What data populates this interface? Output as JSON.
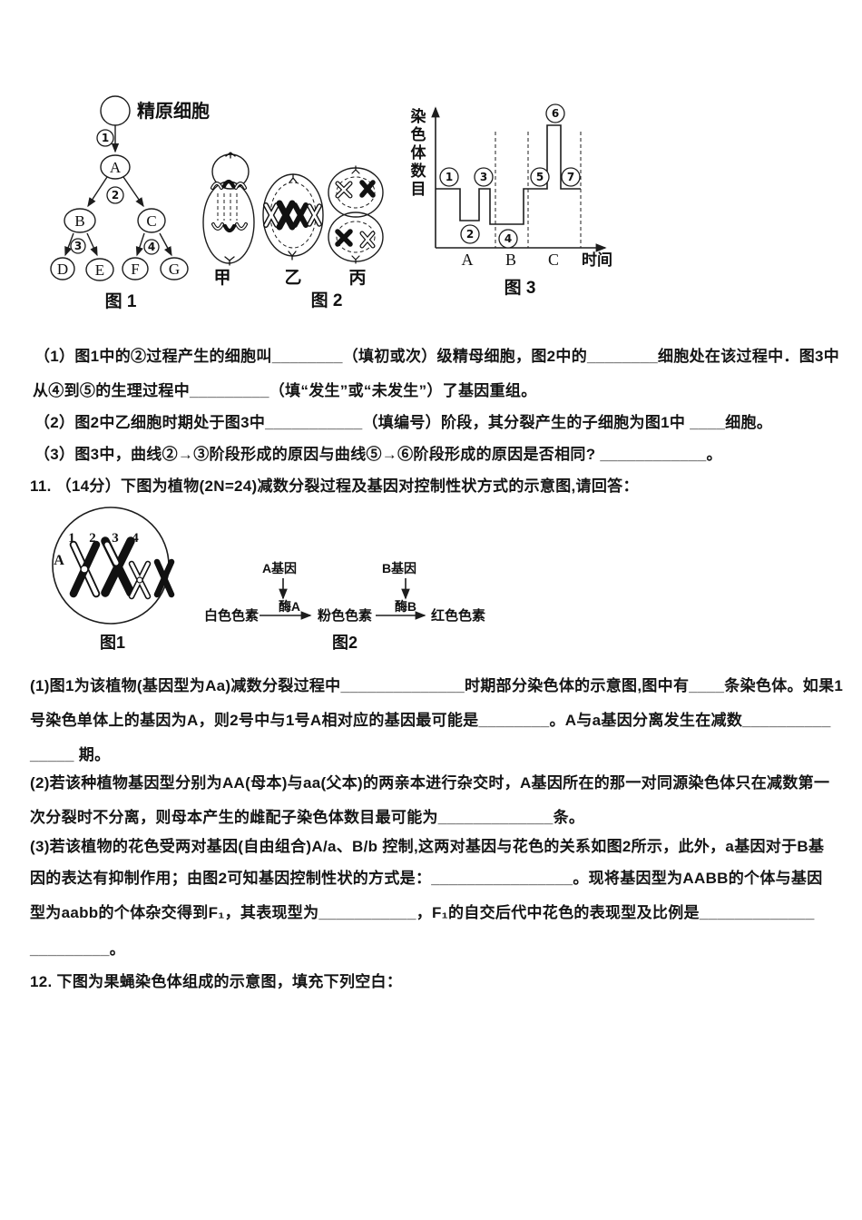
{
  "page": {
    "background": "#ffffff",
    "text_color": "#151515"
  },
  "fig_top": {
    "tree": {
      "root_label": "精原细胞",
      "caption": "图 1",
      "steps": [
        "1",
        "2",
        "3",
        "4"
      ],
      "nodes": [
        "A",
        "B",
        "C",
        "D",
        "E",
        "F",
        "G"
      ]
    },
    "cells": {
      "labels": [
        "甲",
        "乙",
        "丙"
      ],
      "caption": "图 2"
    },
    "chart": {
      "caption": "图 3",
      "ylabel": "染色体数目",
      "xlabel": "时间",
      "phases": [
        "A",
        "B",
        "C"
      ],
      "segment_labels": [
        "1",
        "2",
        "3",
        "4",
        "5",
        "6",
        "7"
      ]
    }
  },
  "chart_data": {
    "type": "line",
    "title": "图 3",
    "xlabel": "时间",
    "ylabel": "染色体数目",
    "phases": [
      "A",
      "B",
      "C"
    ],
    "segments": [
      {
        "label": "①",
        "phase": "A",
        "level": "mid"
      },
      {
        "label": "②",
        "phase": "A",
        "level": "low"
      },
      {
        "label": "③",
        "phase": "A",
        "level": "mid"
      },
      {
        "label": "④",
        "phase": "B",
        "level": "low"
      },
      {
        "label": "⑤",
        "phase": "C",
        "level": "mid"
      },
      {
        "label": "⑥",
        "phase": "C",
        "level": "high"
      },
      {
        "label": "⑦",
        "phase": "C",
        "level": "mid"
      }
    ],
    "grid": false,
    "legend": false
  },
  "fig_q11": {
    "cell": {
      "caption": "图1",
      "chromatid_numbers": [
        "1",
        "2",
        "3",
        "4"
      ],
      "gene_label": "A"
    },
    "pathway": {
      "caption": "图2",
      "nodes": [
        "白色色素",
        "粉色色素",
        "红色色素"
      ],
      "enzymes": [
        "酶A",
        "酶B"
      ],
      "genes": [
        "A基因",
        "B基因"
      ]
    }
  },
  "questions": {
    "q10": {
      "part1_line1": "（1）图1中的②过程产生的细胞叫________（填初或次）级精母细胞，图2中的________细胞处在该过程中．图3中",
      "part1_line2": "从④到⑤的生理过程中_________（填“发生”或“未发生”）了基因重组。",
      "part2": "（2）图2中乙细胞时期处于图3中___________（填编号）阶段，其分裂产生的子细胞为图1中 ____细胞。",
      "part3": "（3）图3中，曲线②→③阶段形成的原因与曲线⑤→⑥阶段形成的原因是否相同? ____________。"
    },
    "q11": {
      "stem": "11. （14分）下图为植物(2N=24)减数分裂过程及基因对控制性状方式的示意图,请回答：",
      "part1_line1": "(1)图1为该植物(基因型为Aa)减数分裂过程中______________时期部分染色体的示意图,图中有____条染色体。如果1",
      "part1_line2": "号染色单体上的基因为A，则2号中与1号A相对应的基因最可能是________。A与a基因分离发生在减数__________",
      "part1_line3": "_____ 期。",
      "part2_line1": "(2)若该种植物基因型分别为AA(母本)与aa(父本)的两亲本进行杂交时，A基因所在的那一对同源染色体只在减数第一",
      "part2_line2": "次分裂时不分离，则母本产生的雌配子染色体数目最可能为_____________条。",
      "part3_line1": "(3)若该植物的花色受两对基因(自由组合)A/a、B/b 控制,这两对基因与花色的关系如图2所示，此外，a基因对于B基",
      "part3_line2": "因的表达有抑制作用；由图2可知基因控制性状的方式是：________________。现将基因型为AABB的个体与基因",
      "part3_line3": "型为aabb的个体杂交得到F₁，其表现型为___________，F₁的自交后代中花色的表现型及比例是_____________",
      "part3_line4": "_________。"
    },
    "q12": {
      "stem": "12. 下图为果蝇染色体组成的示意图，填充下列空白："
    }
  }
}
